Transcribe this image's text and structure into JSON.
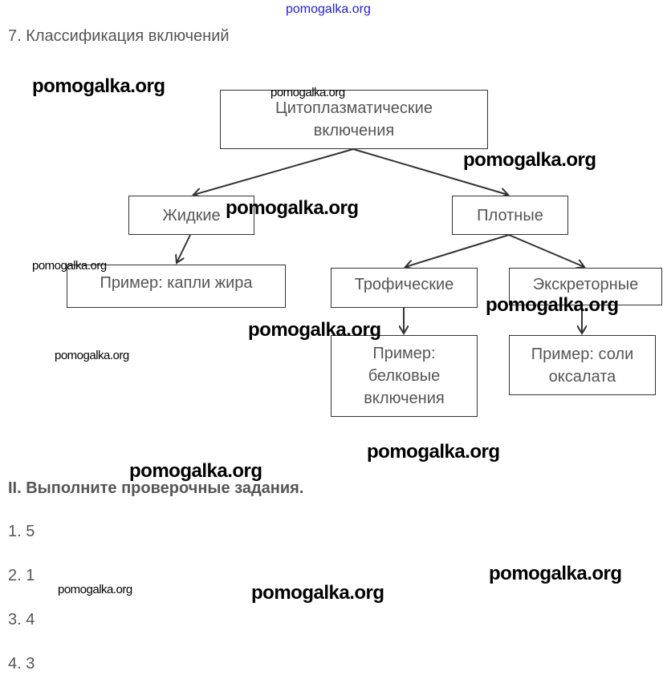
{
  "watermark": "pomogalka.org",
  "section7_title": "7. Классификация включений",
  "diagram": {
    "root": "Цитоплазматические включения",
    "liquid": "Жидкие",
    "solid": "Плотные",
    "liquid_example": "Пример: капли жира",
    "trophic": "Трофические",
    "excretory": "Экскреторные",
    "trophic_example": "Пример: белковые включения",
    "excretory_example": "Пример: соли оксалата"
  },
  "section2_title": "II. Выполните проверочные задания.",
  "answers": [
    "1. 5",
    "2. 1",
    "3. 4",
    "4. 3"
  ],
  "colors": {
    "line": "#333333",
    "text": "#555555",
    "top_watermark": "#2222cc"
  }
}
